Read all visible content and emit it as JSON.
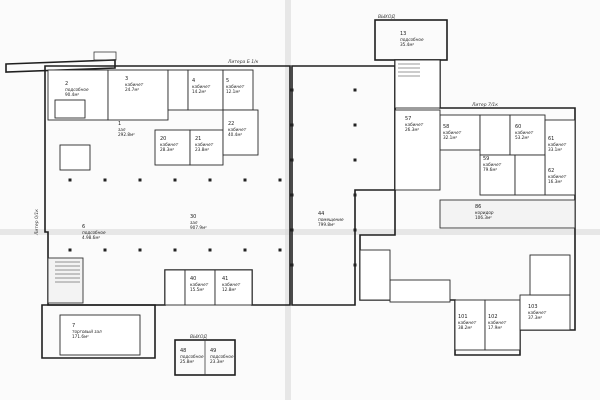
{
  "plan": {
    "labels": {
      "axis_top": "Литера Б 1/к",
      "exit_top": "ВЫХОД",
      "exit_bottom": "ВЫХОД",
      "axis_right": "Литер 7/1к",
      "axis_left": "Литер 0/1к"
    },
    "rooms": [
      {
        "id": "r-top-exit",
        "num": "13",
        "name": "подсобное",
        "area": "35.4м²"
      },
      {
        "id": "r-tl-1",
        "num": "2",
        "name": "подсобное",
        "area": "90.4м²"
      },
      {
        "id": "r-tl-2",
        "num": "3",
        "name": "кабинет",
        "area": "24.7м²"
      },
      {
        "id": "r-tl-3",
        "num": "4",
        "name": "кабинет",
        "area": "14.2м²"
      },
      {
        "id": "r-tl-4",
        "num": "5",
        "name": "кабинет",
        "area": "12.1м²"
      },
      {
        "id": "r-hall-left",
        "num": "1",
        "name": "зал",
        "area": "292.8м²"
      },
      {
        "id": "r-c-1",
        "num": "20",
        "name": "кабинет",
        "area": "28.3м²"
      },
      {
        "id": "r-c-2",
        "num": "21",
        "name": "кабинет",
        "area": "23.8м²"
      },
      {
        "id": "r-c-3",
        "num": "22",
        "name": "кабинет",
        "area": "40.4м²"
      },
      {
        "id": "r-hall-main",
        "num": "30",
        "name": "зал",
        "area": "907.9м²"
      },
      {
        "id": "r-left-mid",
        "num": "6",
        "name": "подсобное",
        "area": "4.98.6м²"
      },
      {
        "id": "r-hall-center",
        "num": "44",
        "name": "помещение",
        "area": "799.8м²"
      },
      {
        "id": "r-r-1",
        "num": "57",
        "name": "кабинет",
        "area": "26.3м²"
      },
      {
        "id": "r-r-2",
        "num": "58",
        "name": "кабинет",
        "area": "32.1м²"
      },
      {
        "id": "r-r-3",
        "num": "59",
        "name": "кабинет",
        "area": "79.6м²"
      },
      {
        "id": "r-r-4",
        "num": "60",
        "name": "кабинет",
        "area": "53.2м²"
      },
      {
        "id": "r-r-5",
        "num": "61",
        "name": "кабинет",
        "area": "33.1м²"
      },
      {
        "id": "r-r-6",
        "num": "62",
        "name": "кабинет",
        "area": "16.3м²"
      },
      {
        "id": "r-corridor-r",
        "num": "86",
        "name": "коридор",
        "area": "106.3м²"
      },
      {
        "id": "r-bl-1",
        "num": "40",
        "name": "кабинет",
        "area": "15.5м²"
      },
      {
        "id": "r-bl-2",
        "num": "41",
        "name": "кабинет",
        "area": "12.8м²"
      },
      {
        "id": "r-bl-big",
        "num": "7",
        "name": "торговый зал",
        "area": "171.6м²"
      },
      {
        "id": "r-bottom-1",
        "num": "48",
        "name": "подсобное",
        "area": "25.8м²"
      },
      {
        "id": "r-bottom-2",
        "num": "49",
        "name": "подсобное",
        "area": "23.3м²"
      },
      {
        "id": "r-br-1",
        "num": "101",
        "name": "кабинет",
        "area": "38.2м²"
      },
      {
        "id": "r-br-2",
        "num": "102",
        "name": "кабинет",
        "area": "17.9м²"
      },
      {
        "id": "r-br-3",
        "num": "103",
        "name": "кабинет",
        "area": "37.3м²"
      }
    ]
  }
}
